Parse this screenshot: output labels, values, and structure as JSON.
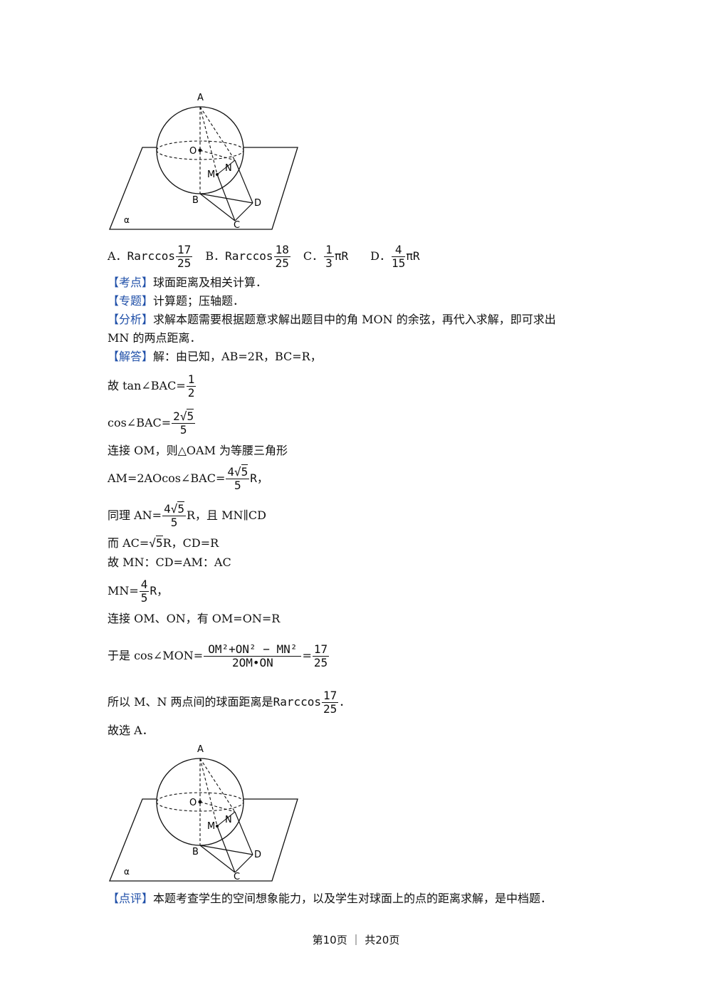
{
  "figure": {
    "labels": {
      "A": "A",
      "O": "O",
      "M": "M",
      "N": "N",
      "B": "B",
      "D": "D",
      "C": "C",
      "alpha": "α"
    }
  },
  "options": {
    "a_prefix": "A．",
    "a_text": "Rarccos",
    "a_num": "17",
    "a_den": "25",
    "b_prefix": "B．",
    "b_text": "Rarccos",
    "b_num": "18",
    "b_den": "25",
    "c_prefix": "C．",
    "c_num": "1",
    "c_den": "3",
    "c_text": "πR",
    "d_prefix": "D．",
    "d_num": "4",
    "d_den": "15",
    "d_text": "πR"
  },
  "kaodian": {
    "tag": "【考点】",
    "text": "球面距离及相关计算．"
  },
  "zhuanti": {
    "tag": "【专题】",
    "text": "计算题；压轴题．"
  },
  "fenxi": {
    "tag": "【分析】",
    "text": "求解本题需要根据题意求解出题目中的角 MON 的余弦，再代入求解，即可求出",
    "text2": "MN 的两点距离．"
  },
  "jieda": {
    "tag": "【解答】",
    "intro": "解：由已知，AB=2R，BC=R，",
    "l1_pre": "故 tan∠BAC=",
    "l1_num": "1",
    "l1_den": "2",
    "l2_pre": "cos∠BAC=",
    "l2_coef": "2",
    "l2_rad": "5",
    "l2_den": "5",
    "l3": "连接 OM，则△OAM 为等腰三角形",
    "l4_pre": "AM=2AOcos∠BAC=",
    "l4_coef": "4",
    "l4_rad": "5",
    "l4_den": "5",
    "l4_post": "R，",
    "l5_pre": "同理 AN=",
    "l5_coef": "4",
    "l5_rad": "5",
    "l5_den": "5",
    "l5_post": "R，且 MN∥CD",
    "l6_pre": "而 AC=",
    "l6_rad": "5",
    "l6_post": "R，CD=R",
    "l7": "故 MN：CD=AM：AC",
    "l8_pre": "MN=",
    "l8_num": "4",
    "l8_den": "5",
    "l8_post": "R，",
    "l9": "连接 OM、ON，有 OM=ON=R",
    "l10_pre": "于是 cos∠MON=",
    "l10_num": "OM²+ON² − MN²",
    "l10_den": "2OM•ON",
    "l10_eq": "=",
    "l10_rnum": "17",
    "l10_rden": "25",
    "l11_pre": "所以 M、N 两点间的球面距离是",
    "l11_text": "Rarccos",
    "l11_num": "17",
    "l11_den": "25",
    "l11_post": "．",
    "l12": "故选 A．"
  },
  "dianping": {
    "tag": "【点评】",
    "text": "本题考查学生的空间想象能力，以及学生对球面上的点的距离求解，是中档题．"
  },
  "footer": {
    "text": "第10页 ｜ 共20页"
  }
}
